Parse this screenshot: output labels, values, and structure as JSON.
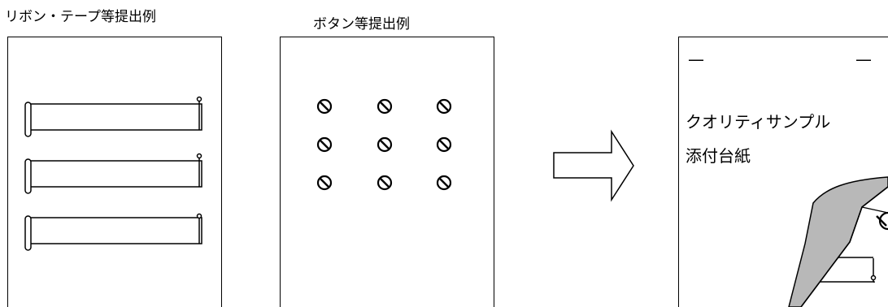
{
  "titles": {
    "ribbon": "リボン・テープ等提出例",
    "button": "ボタン等提出例"
  },
  "card": {
    "mark_left": "—",
    "mark_right": "—",
    "line1": "クオリティサンプル",
    "line2": "添付台紙"
  },
  "colors": {
    "line": "#000000",
    "page_curl_fill": "#b8b8b8"
  },
  "counts": {
    "ribbons": 3,
    "button_rows": 3,
    "button_cols": 3
  }
}
